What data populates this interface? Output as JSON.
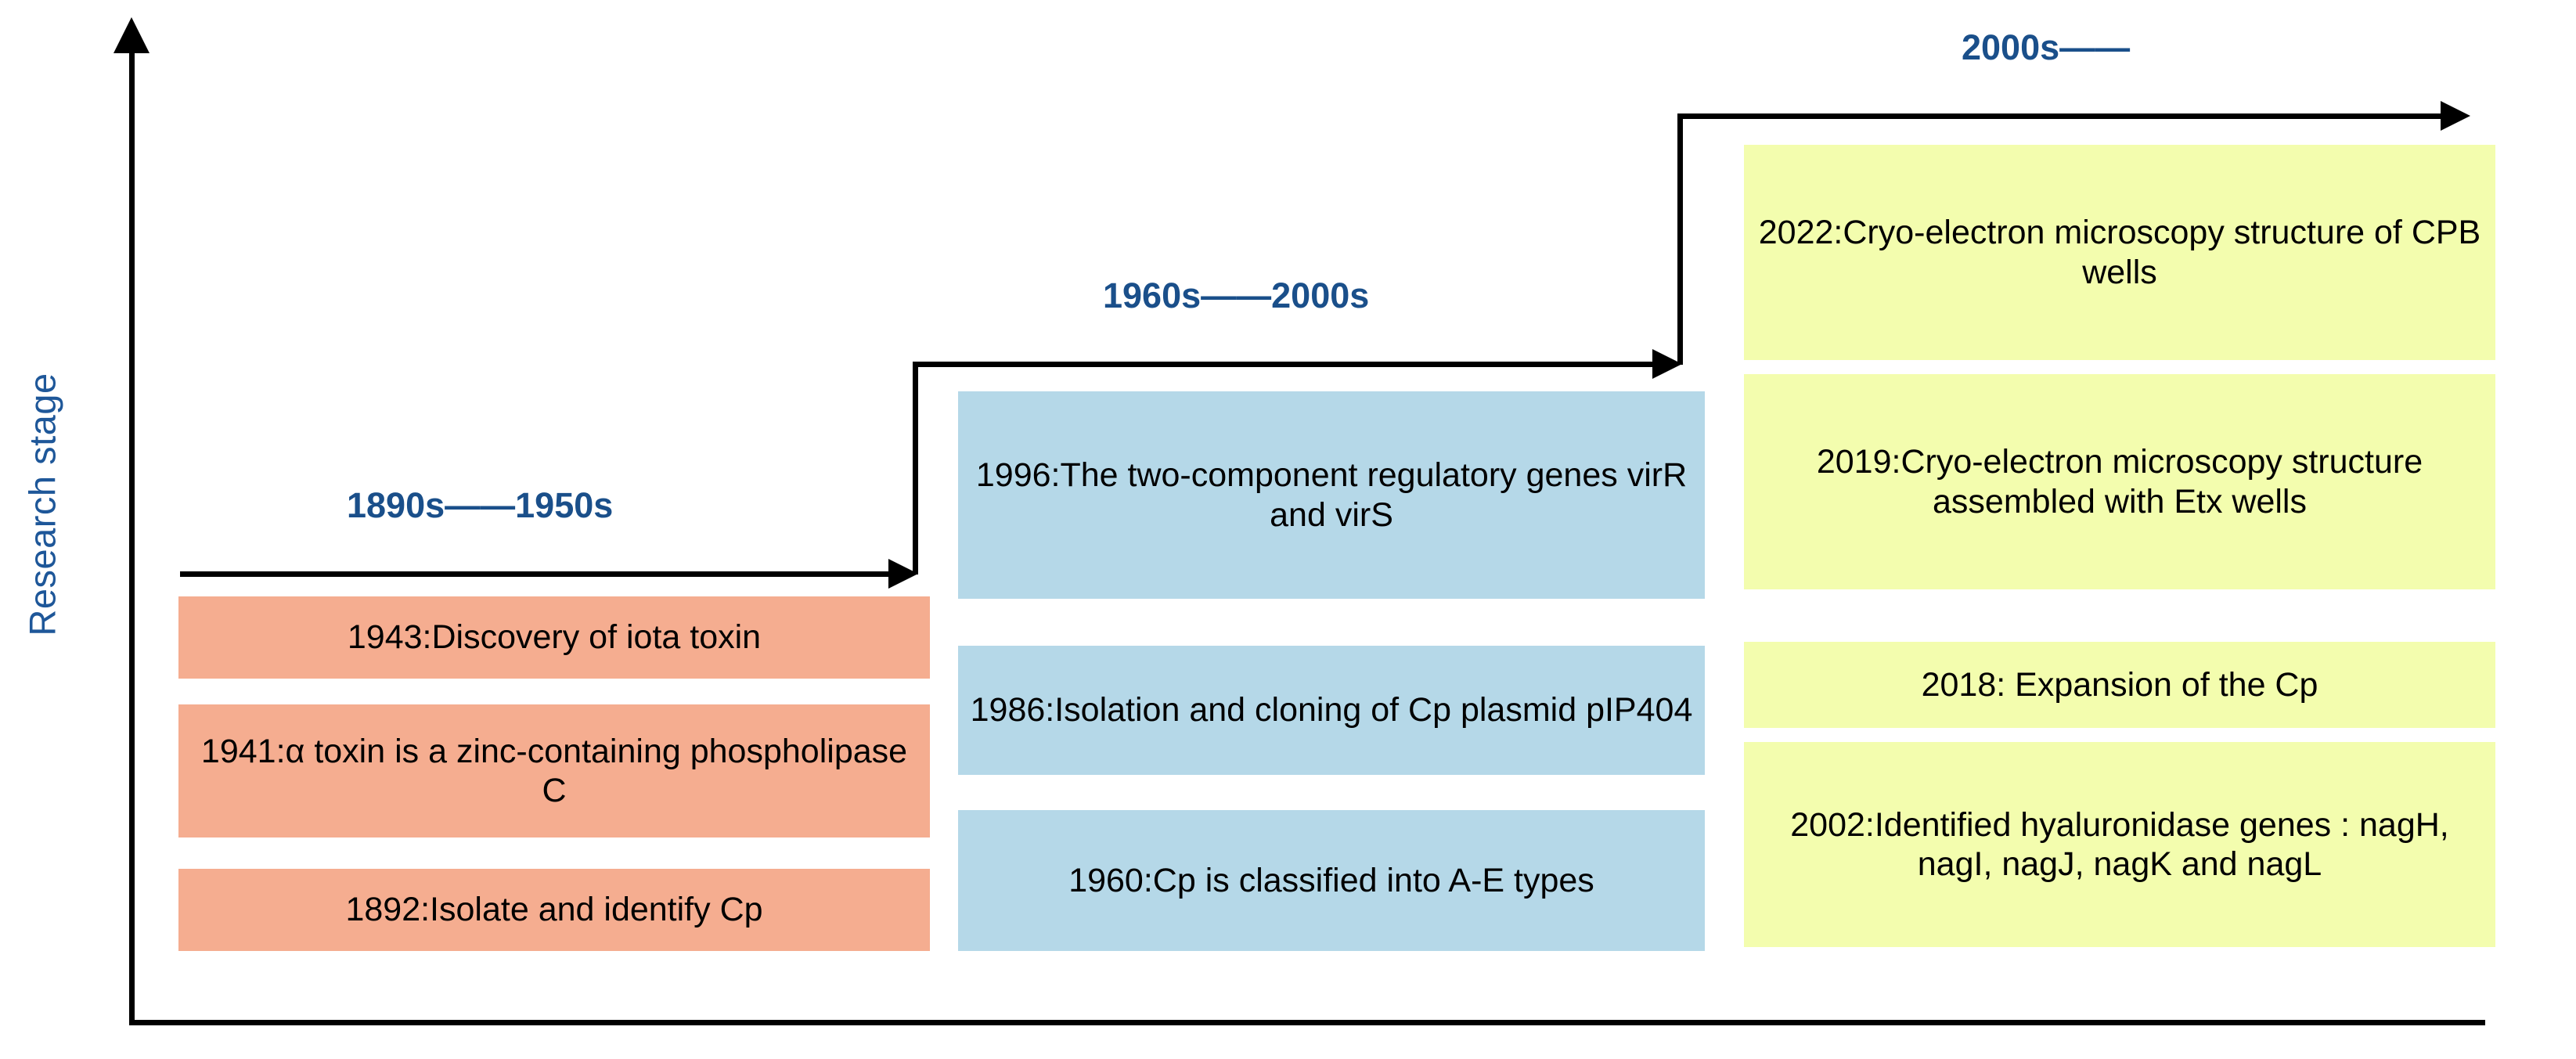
{
  "axes": {
    "y_label": "Research stage",
    "y_axis_color": "#1e5799",
    "axis_color": "#000000"
  },
  "eras": [
    {
      "id": "era-1",
      "start": "1890s",
      "end": "1950s",
      "label": "1890s——1950s",
      "color": "#1a4f8a"
    },
    {
      "id": "era-2",
      "start": "1960s",
      "end": "2000s",
      "label": "1960s——2000s",
      "color": "#1a4f8a"
    },
    {
      "id": "era-3",
      "start": "2000s",
      "end": "",
      "label": "2000s——",
      "color": "#1a4f8a"
    }
  ],
  "columns": [
    {
      "id": "column-1890s-1950s",
      "era": "1890s——1950s",
      "color": "#f5ad90",
      "events": [
        {
          "year": "1943",
          "text": "1943:Discovery of iota toxin"
        },
        {
          "year": "1941",
          "text": "1941:α toxin is a zinc-containing phospholipase C"
        },
        {
          "year": "1892",
          "text": "1892:Isolate and identify Cp"
        }
      ]
    },
    {
      "id": "column-1960s-2000s",
      "era": "1960s——2000s",
      "color": "#b5d8e8",
      "events": [
        {
          "year": "1996",
          "text": "1996:The two-component regulatory genes  virR and virS"
        },
        {
          "year": "1986",
          "text": "1986:Isolation and cloning of Cp plasmid pIP404"
        },
        {
          "year": "1960",
          "text": "1960:Cp is classified into A-E types"
        }
      ]
    },
    {
      "id": "column-2000s",
      "era": "2000s——",
      "color": "#f3fdae",
      "events": [
        {
          "year": "2022",
          "text": "2022:Cryo-electron microscopy structure of CPB wells"
        },
        {
          "year": "2019",
          "text": "2019:Cryo-electron microscopy structure assembled with  Etx wells"
        },
        {
          "year": "2018",
          "text": "2018: Expansion of the Cp"
        },
        {
          "year": "2002",
          "text": "2002:Identified hyaluronidase genes : nagH, nagI, nagJ, nagK and nagL"
        }
      ]
    }
  ]
}
